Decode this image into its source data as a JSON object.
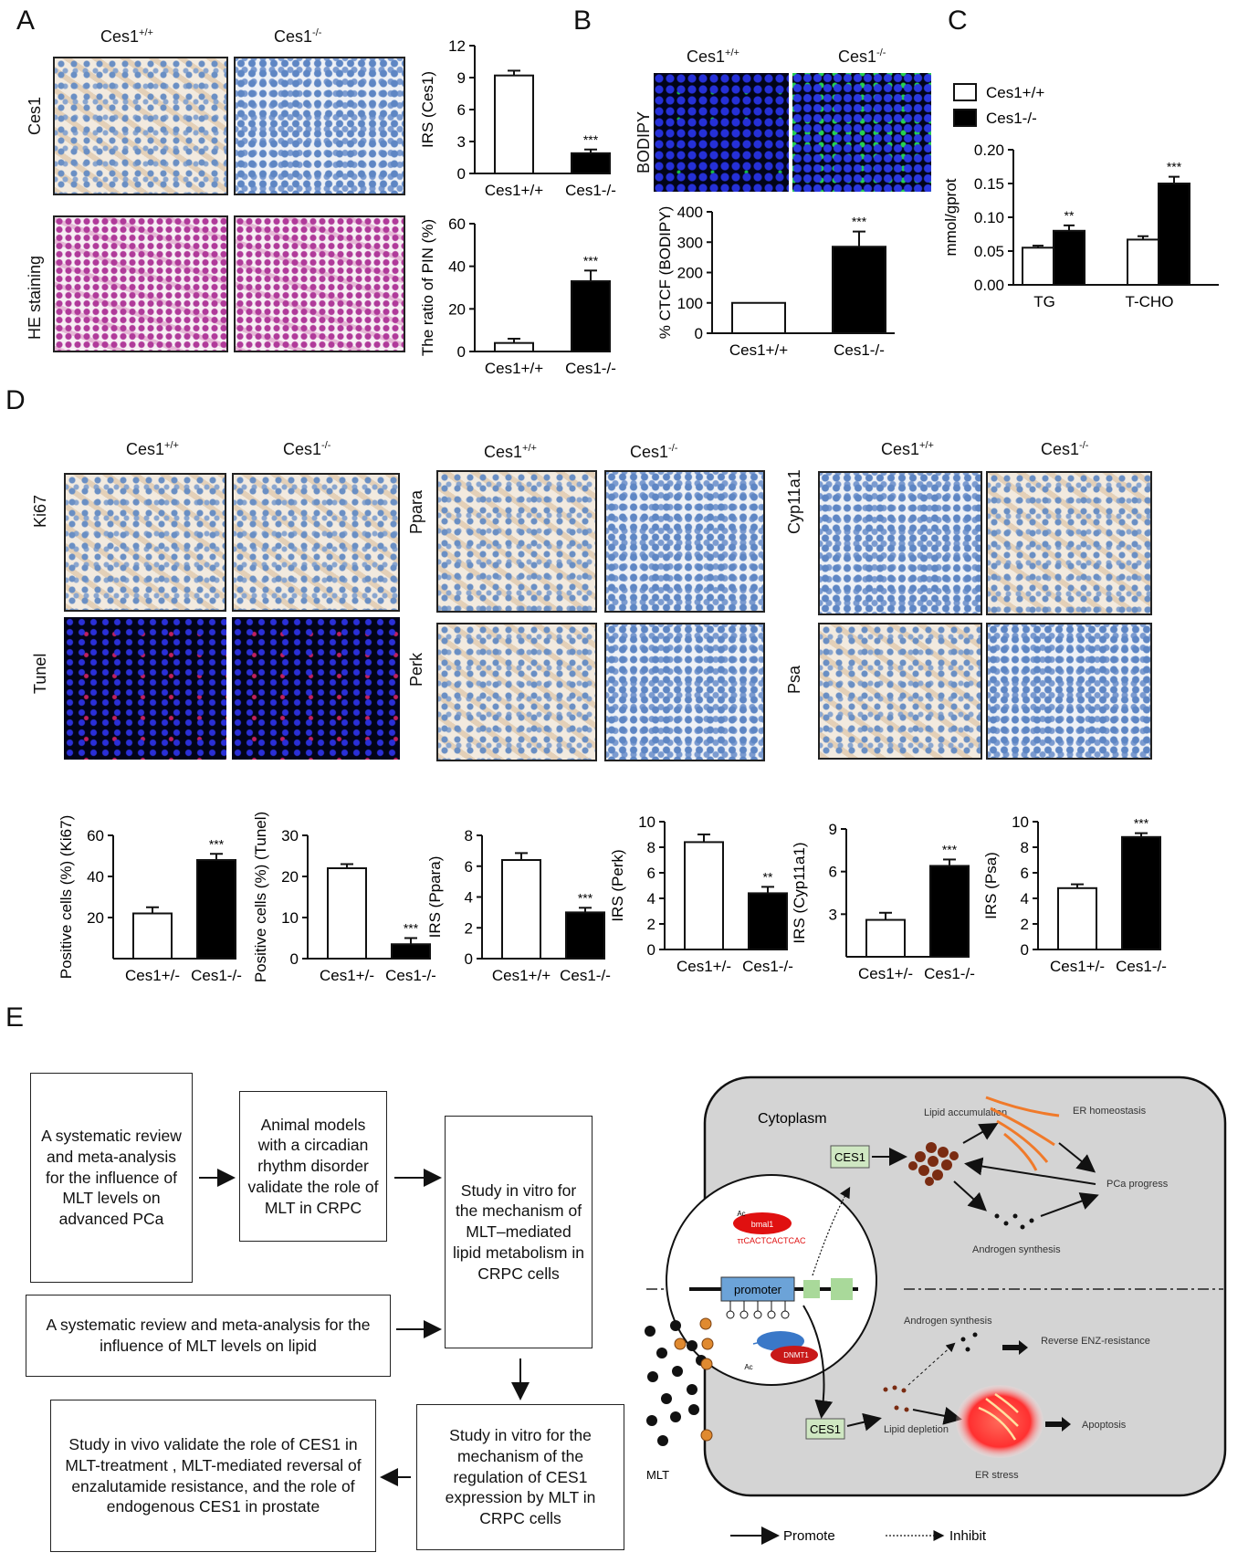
{
  "panels": {
    "A": "A",
    "B": "B",
    "C": "C",
    "D": "D",
    "E": "E"
  },
  "geno": {
    "wt": "Ces1+/+",
    "ko": "Ces1-/-",
    "wt_base": "Ces1",
    "wt_sup": "+/+",
    "ko_sup": "-/-"
  },
  "panelA": {
    "row1": "Ces1",
    "row2": "HE staining"
  },
  "panelB": {
    "row": "BODIPY"
  },
  "panelD": {
    "rows": [
      "Ki67",
      "Tunel",
      "Ppara",
      "Perk",
      "Cyp11a1",
      "Psa"
    ]
  },
  "colors": {
    "wt_bar": "#ffffff",
    "ko_bar": "#000000",
    "cell_bg": "#d4d4d4",
    "ces1_box": "#cfe7c2",
    "promoter": "#6ca3d8",
    "lipid": "#7a2c12",
    "er": "#f07a2a",
    "bcl_red": "#e01010"
  },
  "chart_data": [
    {
      "type": "bar",
      "id": "A-top",
      "ylabel": "IRS (Ces1)",
      "categories": [
        "Ces1+/+",
        "Ces1-/-"
      ],
      "values": [
        9.2,
        1.9
      ],
      "errors": [
        0.45,
        0.35
      ],
      "ylim": [
        0,
        12
      ],
      "yticks": [
        0,
        3,
        6,
        9,
        12
      ],
      "annotations": [
        "",
        "***"
      ]
    },
    {
      "type": "bar",
      "id": "A-bottom",
      "ylabel": "The ratio of PIN (%)",
      "categories": [
        "Ces1+/+",
        "Ces1-/-"
      ],
      "values": [
        4,
        33
      ],
      "errors": [
        2,
        5
      ],
      "ylim": [
        0,
        60
      ],
      "yticks": [
        0,
        20,
        40,
        60
      ],
      "annotations": [
        "",
        "***"
      ]
    },
    {
      "type": "bar",
      "id": "B",
      "ylabel": "% CTCF (BODIPY)",
      "categories": [
        "Ces1+/+",
        "Ces1-/-"
      ],
      "values": [
        100,
        285
      ],
      "errors": [
        0,
        50
      ],
      "ylim": [
        0,
        400
      ],
      "yticks": [
        0,
        100,
        200,
        300,
        400
      ],
      "annotations": [
        "",
        "***"
      ]
    },
    {
      "type": "bar",
      "id": "C",
      "ylabel": "mmol/gprot",
      "categories": [
        "TG",
        "T-CHO"
      ],
      "series": [
        {
          "name": "Ces1+/+",
          "values": [
            0.055,
            0.067
          ],
          "errors": [
            0.003,
            0.005
          ]
        },
        {
          "name": "Ces1-/-",
          "values": [
            0.08,
            0.15
          ],
          "errors": [
            0.008,
            0.01
          ]
        }
      ],
      "ylim": [
        0,
        0.2
      ],
      "yticks": [
        "0.00",
        "0.05",
        "0.10",
        "0.15",
        "0.20"
      ],
      "annotations": [
        "**",
        "***"
      ],
      "legend": "top-left"
    },
    {
      "type": "bar",
      "id": "D-ki67",
      "ylabel": "Positive cells (%) (Ki67)",
      "categories": [
        "Ces1+/-",
        "Ces1-/-"
      ],
      "values": [
        22,
        48
      ],
      "errors": [
        3,
        3
      ],
      "ylim": [
        0,
        60
      ],
      "yticks": [
        20,
        40,
        60
      ],
      "annotations": [
        "",
        "***"
      ]
    },
    {
      "type": "bar",
      "id": "D-tunel",
      "ylabel": "Positive cells (%) (Tunel)",
      "categories": [
        "Ces1+/-",
        "Ces1-/-"
      ],
      "values": [
        22,
        3.5
      ],
      "errors": [
        1,
        1.5
      ],
      "ylim": [
        0,
        30
      ],
      "yticks": [
        0,
        10,
        20,
        30
      ],
      "annotations": [
        "",
        "***"
      ]
    },
    {
      "type": "bar",
      "id": "D-ppara",
      "ylabel": "IRS (Ppara)",
      "categories": [
        "Ces1+/+",
        "Ces1-/-"
      ],
      "values": [
        6.4,
        3.0
      ],
      "errors": [
        0.45,
        0.3
      ],
      "ylim": [
        0,
        8
      ],
      "yticks": [
        0,
        2,
        4,
        6,
        8
      ],
      "annotations": [
        "",
        "***"
      ]
    },
    {
      "type": "bar",
      "id": "D-perk",
      "ylabel": "IRS (Perk)",
      "categories": [
        "Ces1+/-",
        "Ces1-/-"
      ],
      "values": [
        8.4,
        4.4
      ],
      "errors": [
        0.6,
        0.5
      ],
      "ylim": [
        0,
        10
      ],
      "yticks": [
        0,
        2,
        4,
        6,
        8,
        10
      ],
      "annotations": [
        "",
        "**"
      ]
    },
    {
      "type": "bar",
      "id": "D-cyp",
      "ylabel": "IRS (Cyp11a1)",
      "categories": [
        "Ces1+/-",
        "Ces1-/-"
      ],
      "values": [
        2.6,
        6.4
      ],
      "errors": [
        0.5,
        0.45
      ],
      "ylim": [
        0,
        9
      ],
      "yticks": [
        3,
        6,
        9
      ],
      "annotations": [
        "",
        "***"
      ]
    },
    {
      "type": "bar",
      "id": "D-psa",
      "ylabel": "IRS (Psa)",
      "categories": [
        "Ces1+/-",
        "Ces1-/-"
      ],
      "values": [
        4.8,
        8.8
      ],
      "errors": [
        0.3,
        0.3
      ],
      "ylim": [
        0,
        10
      ],
      "yticks": [
        0,
        2,
        4,
        6,
        8,
        10
      ],
      "annotations": [
        "",
        "***"
      ]
    }
  ],
  "flow": {
    "b1": "A systematic review and meta-analysis for the influence of MLT levels on advanced PCa",
    "b2": "Animal models with a circadian rhythm disorder validate the role of MLT in CRPC",
    "b3": "Study in vitro for the mechanism of MLT–mediated lipid metabolism in CRPC cells",
    "b4": "A systematic review and meta-analysis for the influence of MLT levels on lipid",
    "b5": "Study in vitro for the mechanism of the regulation of CES1 expression by MLT in CRPC cells",
    "b6": "Study in vivo validate the role of CES1 in MLT-treatment , MLT-mediated reversal of enzalutamide resistance, and the role of endogenous CES1 in prostate"
  },
  "cell": {
    "cytoplasm": "Cytoplasm",
    "ces1_top": "CES1",
    "ces1_bottom": "CES1",
    "lipid_accumulation": "Lipid accumulation",
    "er_homeostasis": "ER homeostasis",
    "pca_progress": "PCa progress",
    "androgen_synthesis_top": "Androgen synthesis",
    "androgen_synthesis_bottom": "Androgen synthesis",
    "reverse_enz": "Reverse ENZ-resistance",
    "lipid_depletion": "Lipid depletion",
    "apoptosis": "Apoptosis",
    "er_stress": "ER stress",
    "promoter": "promoter",
    "bmal1": "bmal1",
    "ac": "Ac",
    "ebox": "ττCACTCACTCAC",
    "dnmt": "DNMT1",
    "mlt": "MLT",
    "legend_promote": "Promote",
    "legend_inhibit": "Inhibit"
  }
}
